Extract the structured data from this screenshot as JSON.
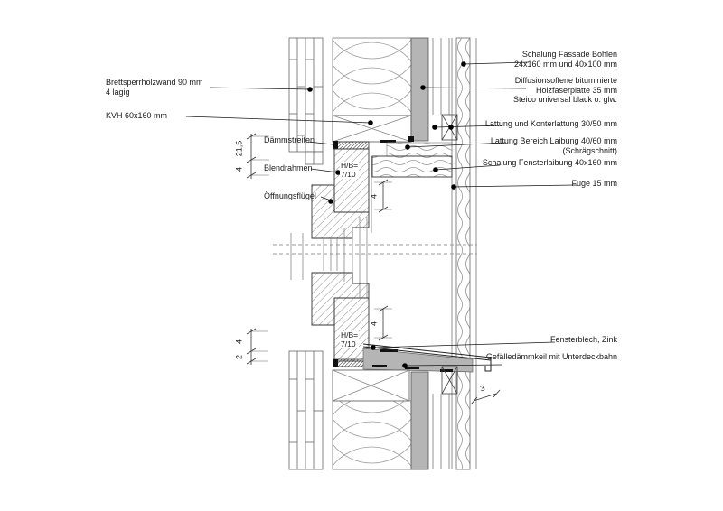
{
  "drawing_type": "Fenster-Vertikalschnitt Detail (window head and sill section)",
  "colors": {
    "background": "#ffffff",
    "gray_board": "#b5b5b5",
    "thin_line": "#808080",
    "outline": "#333333",
    "leader": "#1a1a1a"
  },
  "labels": {
    "left": {
      "brettsperrholzwand": "Brettsperrholzwand 90 mm\n4 lagig",
      "kvh": "KVH 60x160 mm",
      "daemmstreifen": "Dämmstreifen",
      "blendrahmen": "Blendrahmen",
      "oeffnungsfluegel": "Öffnungsflügel"
    },
    "right": {
      "schalung_fassade": "Schalung Fassade Bohlen\n24x160 mm und 40x100 mm",
      "holzfaserplatte": "Diffusionsoffene bituminierte\nHolzfaserplatte 35 mm\nSteico universal black o. glw.",
      "lattung_konterlattung": "Lattung und Konterlattung 30/50 mm",
      "lattung_laibung": "Lattung Bereich Laibung 40/60 mm\n(Schrägschnitt)",
      "schalung_fensterlaibung": "Schalung Fensterlaibung 40x160 mm",
      "fuge": "Fuge 15 mm",
      "fensterblech": "Fensterblech, Zink",
      "gefaelledaemmkeil": "Gefälledämmkeil mit Unterdeckbahn"
    },
    "dimensions": {
      "dim_21_5": "21,5",
      "dim_4_top": "4",
      "hb_top": "H/B=\n7/10",
      "dim_4_reveal_top": "4",
      "dim_4_bottom": "4",
      "dim_2_bottom": "2",
      "hb_bottom": "H/B=\n7/10",
      "dim_4_reveal_bottom": "4",
      "dim_3_right": "3"
    }
  }
}
